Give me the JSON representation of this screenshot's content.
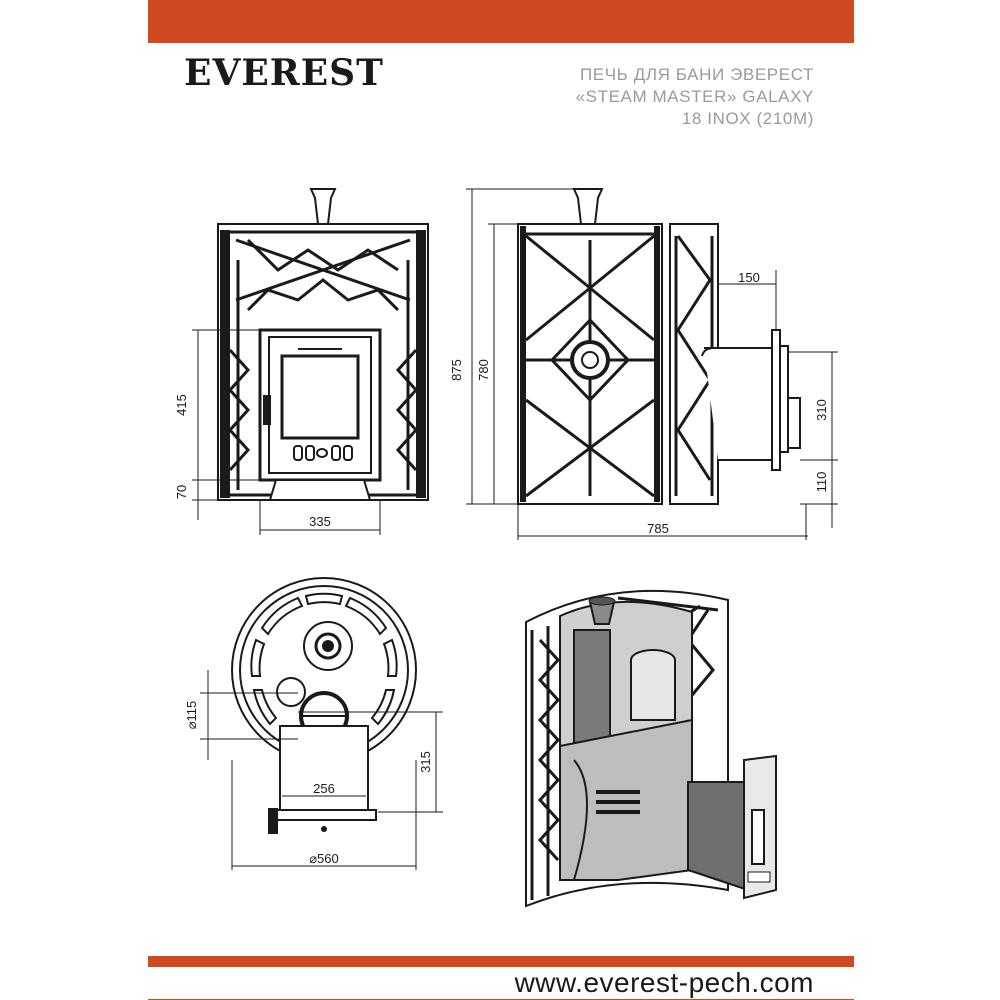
{
  "brand": {
    "logo_text": "EVEREST",
    "accent_color": "#d04a21"
  },
  "title": {
    "line1": "ПЕЧЬ ДЛЯ БАНИ ЭВЕРЕСТ",
    "line2": "«STEAM MASTER» GALAXY",
    "line3": "18 INOX (210M)"
  },
  "dimensions": {
    "front_width": "335",
    "front_height_door": "415",
    "front_base": "70",
    "side_total_height": "875",
    "side_body_height": "780",
    "tunnel_offset": "150",
    "tunnel_height": "310",
    "tunnel_base": "110",
    "side_total_width": "785",
    "top_diameter": "560",
    "top_flue": "115",
    "top_depth": "315",
    "top_width": "256"
  },
  "footer": {
    "url": "www.everest-pech.com"
  }
}
